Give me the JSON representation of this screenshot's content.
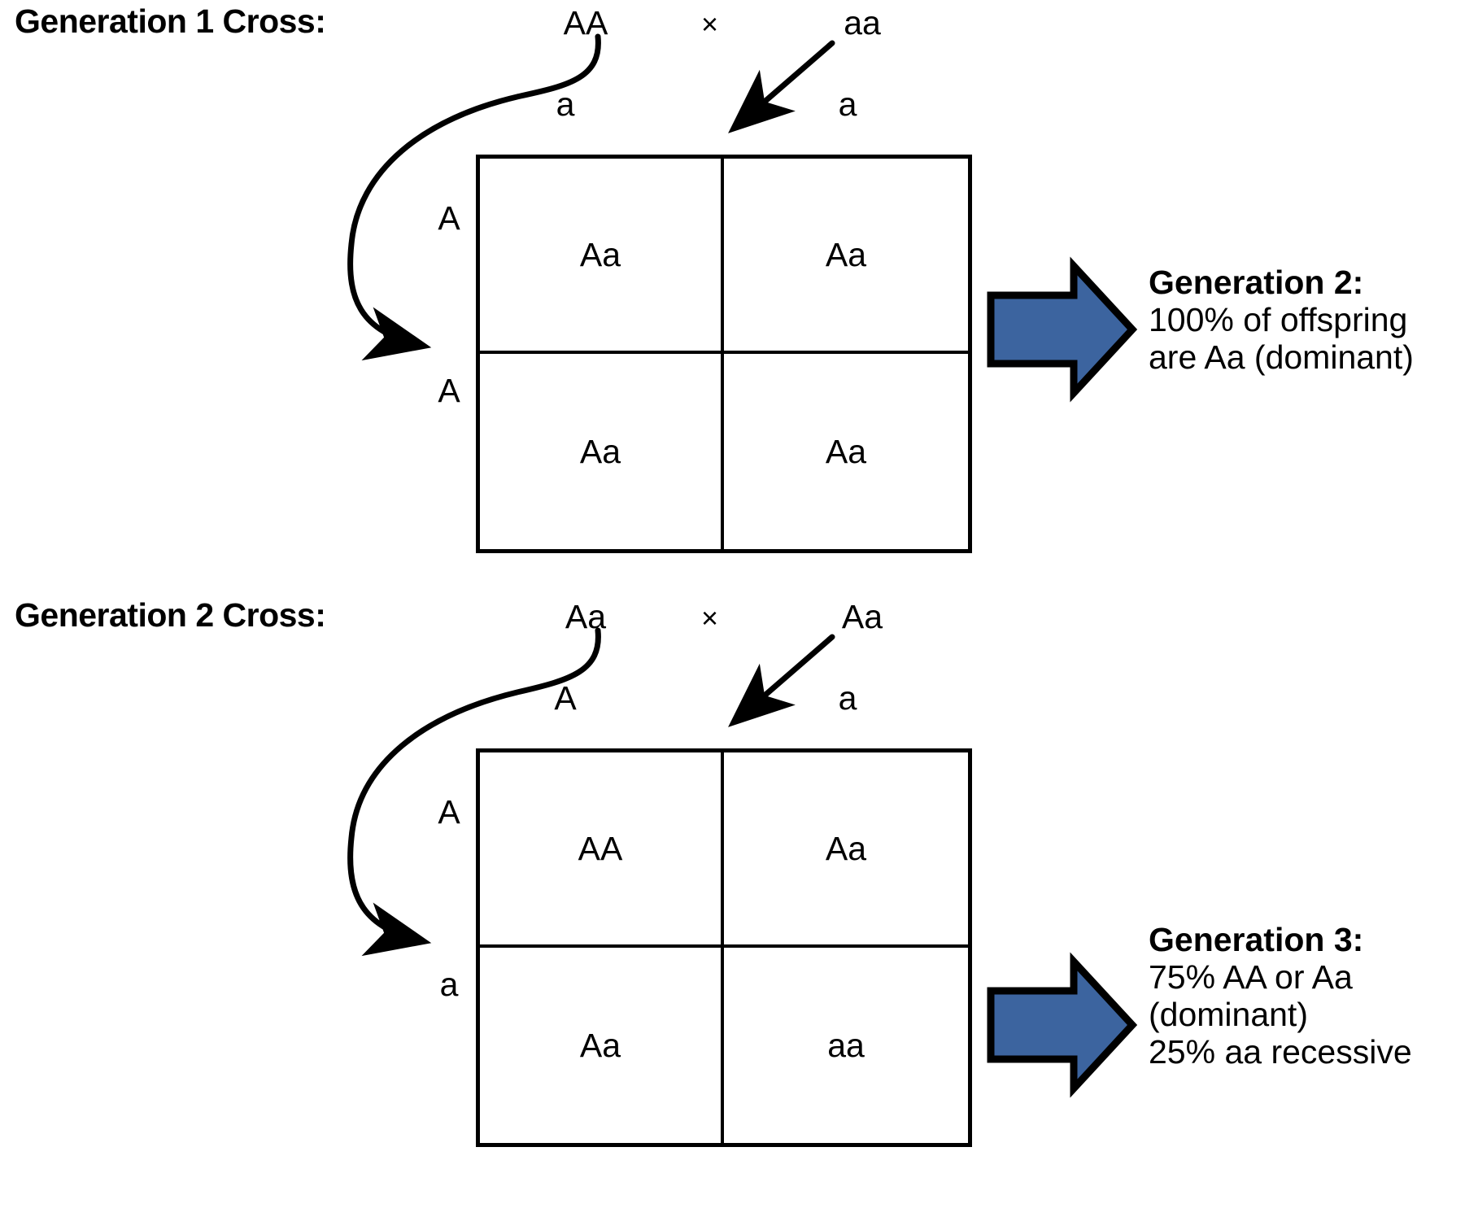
{
  "figure": {
    "type": "punnett-square-diagram",
    "background_color": "#ffffff",
    "line_color": "#000000",
    "arrow_fill_color": "#3c649f",
    "arrow_stroke_color": "#000000"
  },
  "crosses": [
    {
      "heading": "Generation 1 Cross:",
      "parent_left": "AA",
      "cross_symbol": "×",
      "parent_right": "aa",
      "top_alleles": [
        "a",
        "a"
      ],
      "side_alleles": [
        "A",
        "A"
      ],
      "cells": [
        [
          "Aa",
          "Aa"
        ],
        [
          "Aa",
          "Aa"
        ]
      ],
      "result": {
        "title": "Generation 2:",
        "lines": [
          "100% of offspring",
          "are Aa (dominant)"
        ]
      }
    },
    {
      "heading": "Generation 2 Cross:",
      "parent_left": "Aa",
      "cross_symbol": "×",
      "parent_right": "Aa",
      "top_alleles": [
        "A",
        "a"
      ],
      "side_alleles": [
        "A",
        "a"
      ],
      "cells": [
        [
          "AA",
          "Aa"
        ],
        [
          "Aa",
          "aa"
        ]
      ],
      "result": {
        "title": "Generation 3:",
        "lines": [
          "75% AA or Aa",
          "(dominant)",
          "25% aa recessive"
        ]
      }
    }
  ]
}
